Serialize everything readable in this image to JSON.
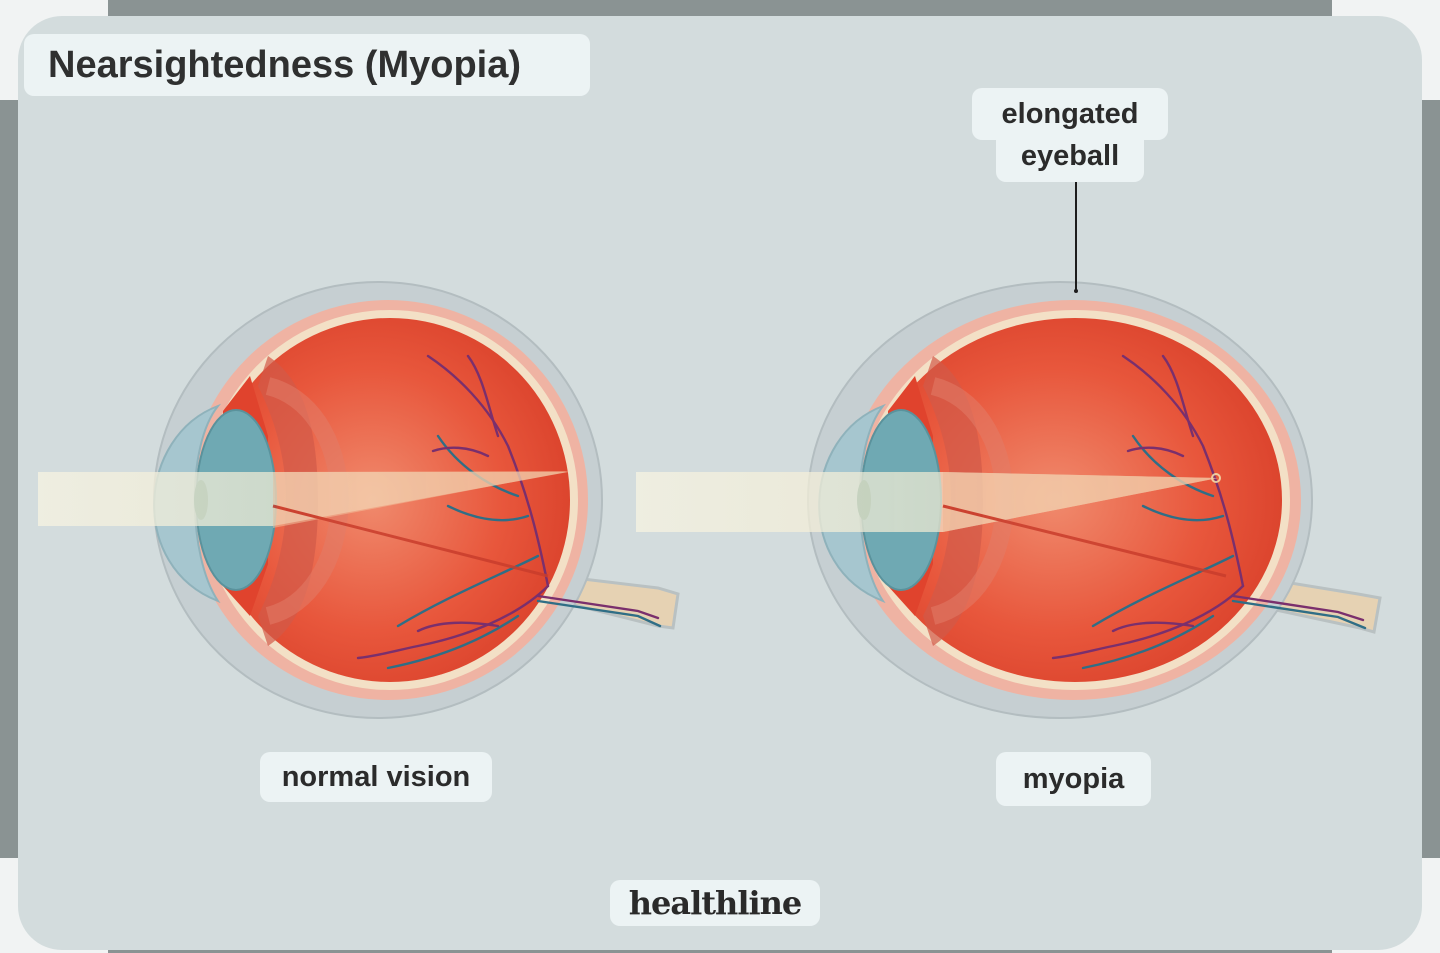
{
  "diagram": {
    "title": "Nearsightedness (Myopia)",
    "labels": {
      "normal": "normal vision",
      "myopia": "myopia",
      "elongated_line1": "elongated",
      "elongated_line2": "eyeball"
    },
    "brand": "healthline"
  },
  "colors": {
    "background": "#d3dcdd",
    "sclera": "#c4cdd0",
    "eye_red": "#e4513a",
    "iris": "#6fa9b3",
    "cornea": "#a9c7cf",
    "pill": "#ecf3f4",
    "light_beam": "#f3f1df"
  }
}
